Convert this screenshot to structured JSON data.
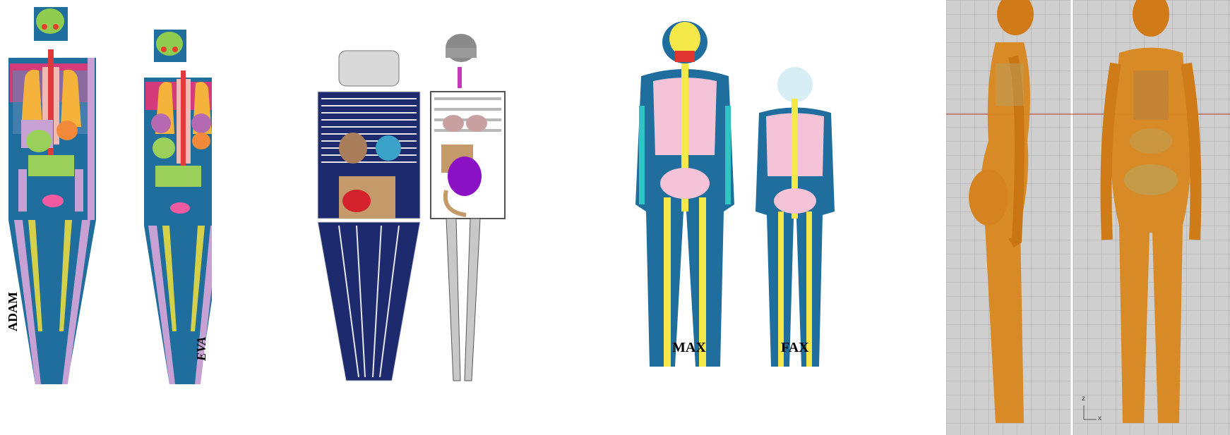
{
  "panels": [
    {
      "id": "stylized-phantoms",
      "labels": {
        "left": "ADAM",
        "right": "EVA"
      }
    },
    {
      "id": "mesh-phantoms"
    },
    {
      "id": "voxel-phantoms",
      "labels": {
        "left": "MAX",
        "right": "FAX"
      }
    },
    {
      "id": "mesh-female-views",
      "axis": {
        "z": "z",
        "x": "x"
      }
    }
  ]
}
